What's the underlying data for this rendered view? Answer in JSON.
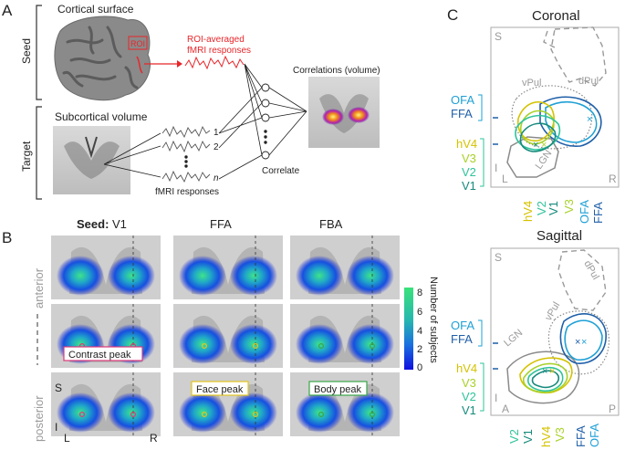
{
  "panel_a": {
    "letter": "A",
    "seed_label": "Seed",
    "target_label": "Target",
    "cortical_title": "Cortical surface",
    "roi_tag": "ROI",
    "roi_response_line1": "ROI-averaged",
    "roi_response_line2": "fMRI responses",
    "subcortical_title": "Subcortical volume",
    "trace_labels": [
      "1",
      "2",
      "n"
    ],
    "fmri_responses": "fMRI responses",
    "correlate": "Correlate",
    "correlations_title": "Correlations (volume)"
  },
  "panel_b": {
    "letter": "B",
    "seed_prefix": "Seed:",
    "col_headers": [
      "V1",
      "FFA",
      "FBA"
    ],
    "row_labels": {
      "anterior": "anterior",
      "posterior": "posterior"
    },
    "peaks": {
      "contrast": "Contrast peak",
      "face": "Face peak",
      "body": "Body peak"
    },
    "orientation": {
      "superior": "S",
      "inferior": "I",
      "left": "L",
      "right": "R"
    },
    "colorbar": {
      "title": "Number of subjects",
      "ticks": [
        "8",
        "6",
        "4",
        "2",
        "0"
      ]
    }
  },
  "panel_c": {
    "letter": "C",
    "coronal": {
      "title": "Coronal",
      "corner_labels": {
        "top_left": "S",
        "bottom_left": "I",
        "bottom_left2": "L",
        "bottom_right": "R"
      },
      "region_labels": {
        "vpul": "vPul",
        "dpul": "dPul",
        "lgn": "LGN"
      },
      "left_labels": [
        "OFA",
        "FFA",
        "hV4",
        "V3",
        "V2",
        "V1"
      ],
      "bottom_labels": [
        "hV4",
        "V2",
        "V1",
        "V3",
        "OFA",
        "FFA"
      ]
    },
    "sagittal": {
      "title": "Sagittal",
      "corner_labels": {
        "top_left": "S",
        "bottom_left": "I",
        "bottom_left2": "A",
        "bottom_right": "P"
      },
      "region_labels": {
        "vpul": "vPul",
        "dpul": "dPul",
        "lgn": "LGN"
      },
      "left_labels": [
        "OFA",
        "FFA",
        "hV4",
        "V3",
        "V2",
        "V1"
      ],
      "bottom_labels": [
        "V2",
        "V1",
        "hV4",
        "V3",
        "FFA",
        "OFA"
      ]
    }
  },
  "colors": {
    "roi_red": "#e8262a",
    "ofa": "#1ea0d6",
    "ffa": "#1f5fa8",
    "hv4": "#d4c200",
    "v3": "#a8d12a",
    "v2": "#2fc39a",
    "v1": "#168a7c",
    "contrast_peak": "#e0387a",
    "face_peak": "#e2c51e",
    "body_peak": "#3aa74a",
    "gray_label": "#9a9a9a",
    "brain_dark": "#5e5e5e"
  }
}
